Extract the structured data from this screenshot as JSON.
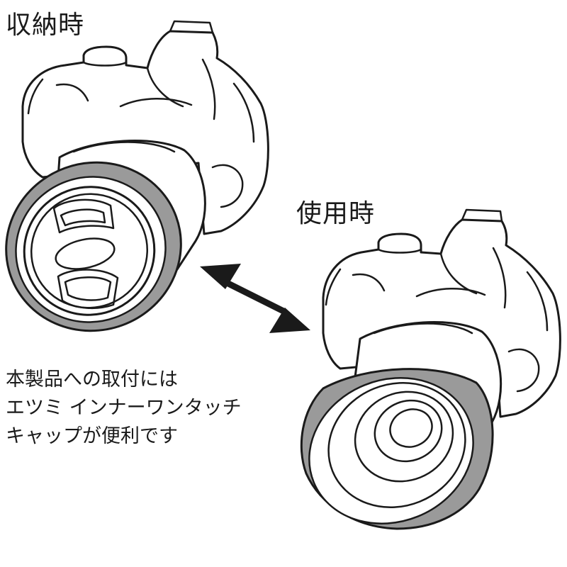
{
  "labels": {
    "stored": "収納時",
    "in_use": "使用時"
  },
  "note": {
    "lines": [
      "本製品への取付には",
      "エツミ インナーワンタッチ",
      "キャップが便利です"
    ]
  }
}
